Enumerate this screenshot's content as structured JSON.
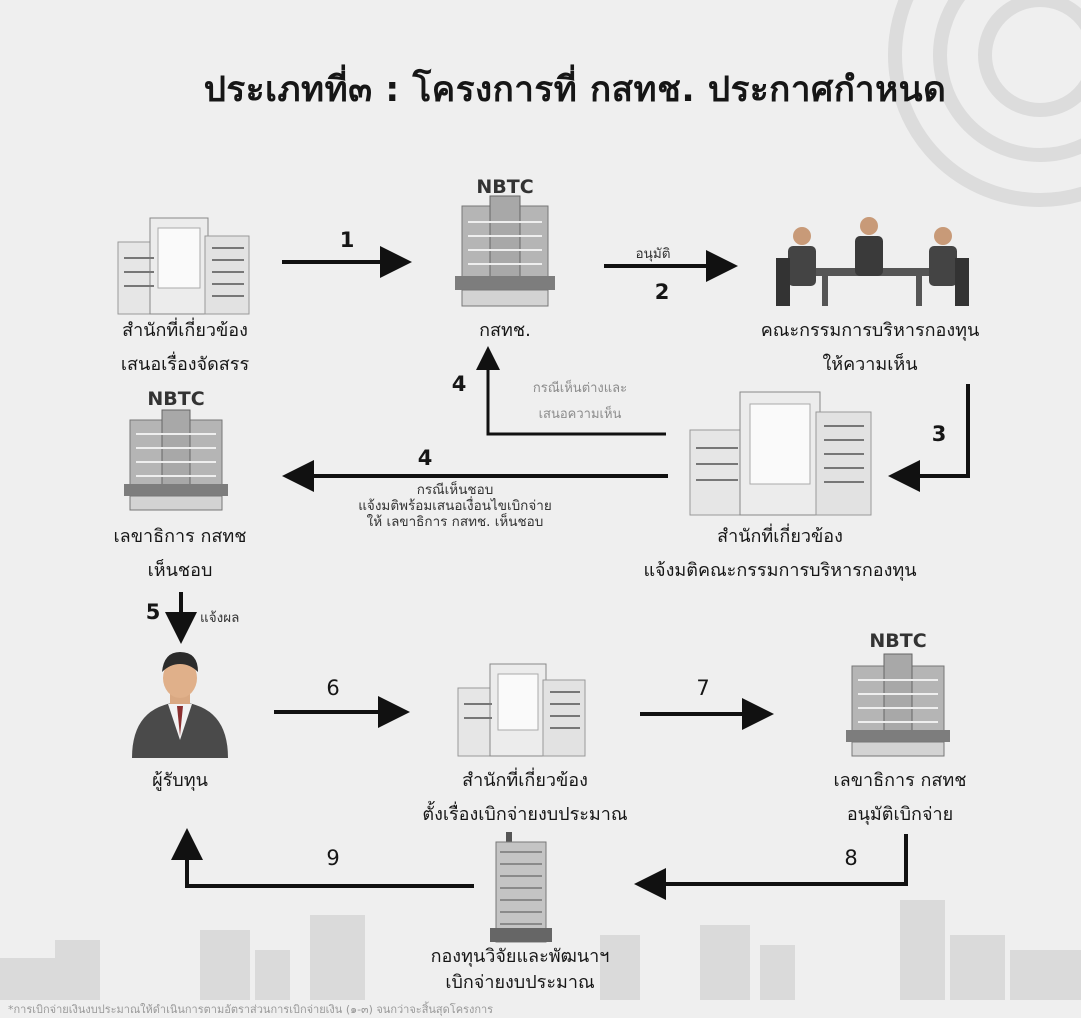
{
  "title": "ประเภทที่๓ : โครงการที่ กสทช. ประกาศกำหนด",
  "nodes": {
    "office_propose": {
      "line1": "สำนักที่เกี่ยวข้อง",
      "line2": "เสนอเรื่องจัดสรร"
    },
    "nbtc_main": {
      "badge": "NBTC",
      "line1": "กสทช."
    },
    "committee": {
      "line1": "คณะกรรมการบริหารกองทุน",
      "line2": "ให้ความเห็น"
    },
    "secretary_approve": {
      "badge": "NBTC",
      "line1": "เลขาธิการ กสทช",
      "line2": "เห็นชอบ"
    },
    "office_notify": {
      "line1": "สำนักที่เกี่ยวข้อง",
      "line2": "แจ้งมติคณะกรรมการบริหารกองทุน"
    },
    "grantee": {
      "line1": "ผู้รับทุน"
    },
    "office_disburse": {
      "line1": "สำนักที่เกี่ยวข้อง",
      "line2": "ตั้งเรื่องเบิกจ่ายงบประมาณ"
    },
    "secretary_disburse": {
      "badge": "NBTC",
      "line1": "เลขาธิการ กสทช",
      "line2": "อนุมัติเบิกจ่าย"
    },
    "fund": {
      "line1": "กองทุนวิจัยและพัฒนาฯ",
      "line2": "เบิกจ่ายงบประมาณ"
    }
  },
  "steps": {
    "s1": "1",
    "s2": {
      "num": "2",
      "label": "อนุมัติ"
    },
    "s3": "3",
    "s4a": {
      "num": "4",
      "line1": "กรณีเห็นต่างและ",
      "line2": "เสนอความเห็น"
    },
    "s4b": {
      "num": "4",
      "line1": "กรณีเห็นชอบ",
      "line2": "แจ้งมติพร้อมเสนอเงื่อนไขเบิกจ่าย",
      "line3": "ให้ เลขาธิการ กสทช. เห็นชอบ"
    },
    "s5": {
      "num": "5",
      "label": "แจ้งผล"
    },
    "s6": "6",
    "s7": "7",
    "s8": "8",
    "s9": "9"
  },
  "footnote": "*การเบิกจ่ายเงินงบประมาณให้ดำเนินการตามอัตราส่วนการเบิกจ่ายเงิน (๑-๓) จนกว่าจะสิ้นสุดโครงการ",
  "colors": {
    "background": "#efefef",
    "building": "#9a9a9a",
    "accent": "#333333",
    "arrow": "#111111"
  }
}
